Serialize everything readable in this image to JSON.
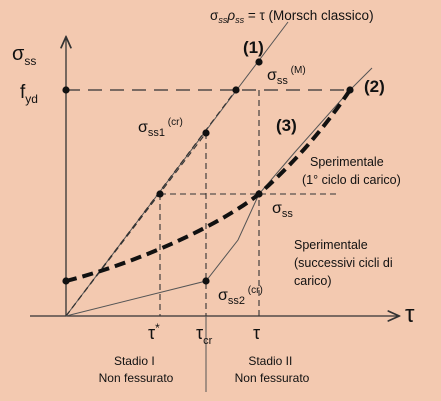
{
  "diagram": {
    "morsch_label": "σssρss = τ (Morsch classico)",
    "y_axis_label": "σss",
    "x_axis_label": "τ",
    "fyd_label": "fyd",
    "curve1_label": "(1)",
    "curve2_label": "(2)",
    "curve3_label": "(3)",
    "sigma_ss_M": "σss(M)",
    "sigma_ss1_cr": "σss1(cr)",
    "sigma_ss": "σss",
    "sigma_ss2_cr": "σss2(cr)",
    "exp_first": [
      "Sperimentale",
      "(1° ciclo di carico)"
    ],
    "exp_next": [
      "Sperimentale",
      "(successivi cicli di",
      "carico)"
    ],
    "tick_tau_star": "τ*",
    "tick_tau_cr": "τcr",
    "tick_tau": "τ",
    "stage1": [
      "Stadio I",
      "Non fessurato"
    ],
    "stage2": [
      "Stadio II",
      "Non fessurato"
    ]
  }
}
